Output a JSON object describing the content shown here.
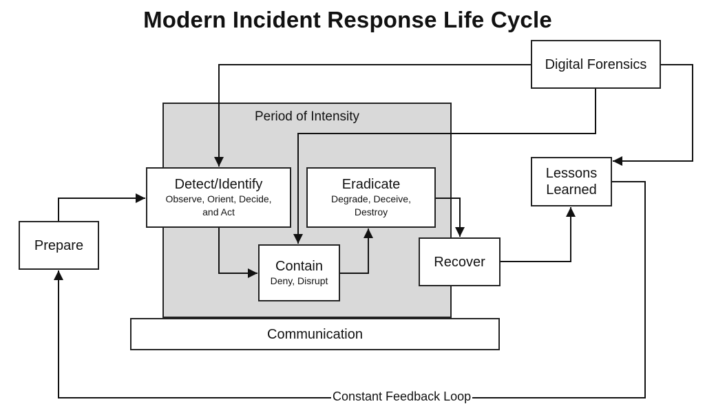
{
  "title": "Modern Incident Response Life Cycle",
  "region": {
    "label": "Period of Intensity"
  },
  "nodes": {
    "prepare": {
      "title": "Prepare"
    },
    "detect": {
      "title": "Detect/Identify",
      "subtitle": "Observe, Orient, Decide, and Act"
    },
    "eradicate": {
      "title": "Eradicate",
      "subtitle": "Degrade, Deceive, Destroy"
    },
    "contain": {
      "title": "Contain",
      "subtitle": "Deny, Disrupt"
    },
    "recover": {
      "title": "Recover"
    },
    "forensics": {
      "title": "Digital Forensics"
    },
    "lessons": {
      "title": "Lessons Learned"
    },
    "communication": {
      "title": "Communication"
    }
  },
  "loop": {
    "label": "Constant Feedback Loop"
  },
  "edges": [
    {
      "from": "prepare",
      "to": "detect"
    },
    {
      "from": "detect",
      "to": "contain"
    },
    {
      "from": "contain",
      "to": "eradicate"
    },
    {
      "from": "eradicate",
      "to": "recover"
    },
    {
      "from": "recover",
      "to": "lessons"
    },
    {
      "from": "forensics",
      "to": "detect"
    },
    {
      "from": "forensics",
      "to": "contain"
    },
    {
      "from": "forensics",
      "to": "lessons"
    },
    {
      "from": "lessons",
      "to": "prepare",
      "label": "Constant Feedback Loop"
    }
  ]
}
